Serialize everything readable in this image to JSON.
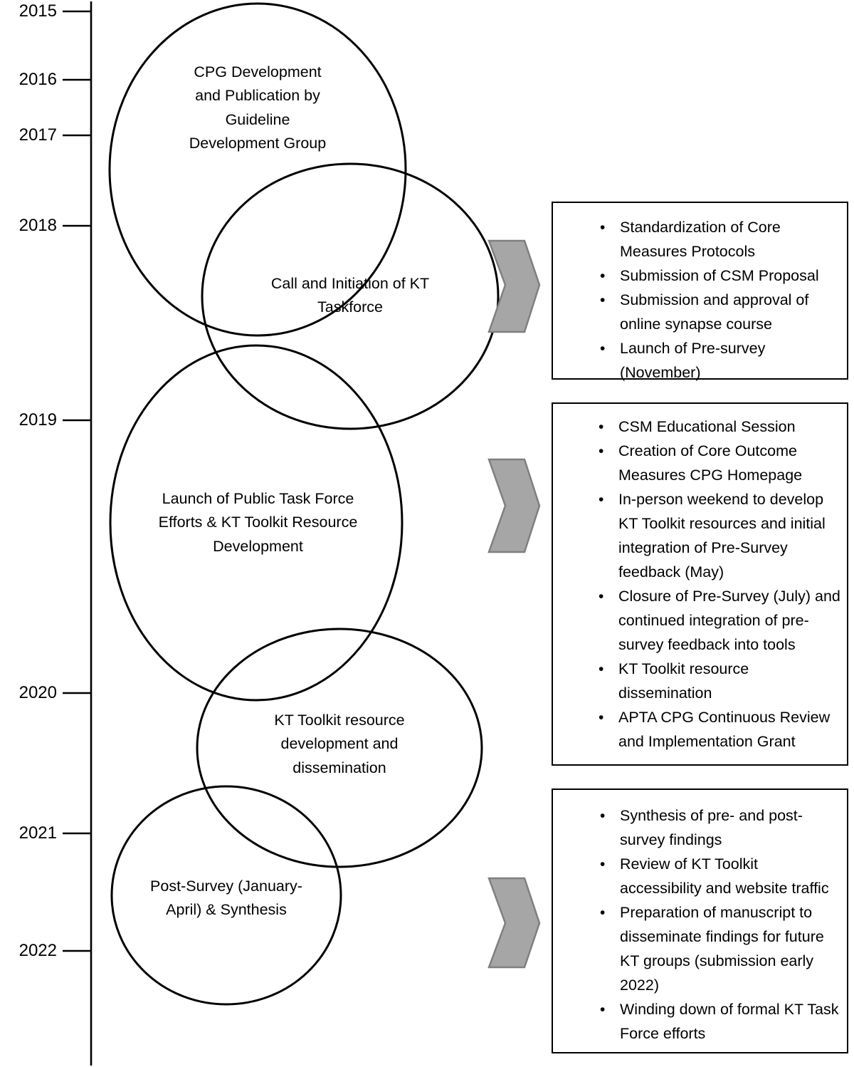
{
  "figure": {
    "type": "timeline-diagram",
    "title": "",
    "accent_gray": "#A6A6A6",
    "arrow_border": "#7F7F7F",
    "line_color": "#000000"
  },
  "axis": {
    "name": "year-axis",
    "years": [
      "2015",
      "2016",
      "2017",
      "2018",
      "2019",
      "2020",
      "2021",
      "2022"
    ]
  },
  "phases": [
    {
      "id": "cpg-development",
      "text": "CPG Development\nand Publication by\nGuideline\nDevelopment Group"
    },
    {
      "id": "kt-taskforce",
      "text": "Call and Initiation of KT\nTaskforce"
    },
    {
      "id": "public-task-force",
      "text": "Launch of Public Task Force\nEfforts & KT Toolkit Resource\nDevelopment"
    },
    {
      "id": "kt-toolkit",
      "text": "KT Toolkit resource\ndevelopment and\ndissemination"
    },
    {
      "id": "post-survey",
      "text": "Post-Survey (January-\nApril) & Synthesis"
    }
  ],
  "arrows": [
    {
      "id": "arrow-1"
    },
    {
      "id": "arrow-2"
    },
    {
      "id": "arrow-3"
    }
  ],
  "outcome_boxes": [
    {
      "id": "outcomes-2018",
      "bullet_glyph": "•",
      "items": [
        "Standardization of Core Measures Protocols",
        "Submission of CSM Proposal",
        "Submission and approval of online synapse course",
        "Launch of Pre-survey (November)"
      ]
    },
    {
      "id": "outcomes-2019",
      "bullet_glyph": "•",
      "items": [
        "CSM Educational Session",
        "Creation of Core Outcome Measures CPG Homepage",
        "In-person weekend to develop KT Toolkit resources and initial integration of Pre-Survey feedback (May)",
        "Closure of Pre-Survey (July) and continued integration of pre-survey feedback into tools",
        "KT Toolkit resource dissemination",
        "APTA CPG Continuous Review and Implementation Grant"
      ]
    },
    {
      "id": "outcomes-2021",
      "bullet_glyph": "•",
      "items": [
        "Synthesis of pre- and post-survey findings",
        "Review of KT Toolkit accessibility and website traffic",
        "Preparation of manuscript to disseminate findings for future KT groups (submission early 2022)",
        "Winding down of formal KT Task Force efforts"
      ]
    }
  ],
  "chart_data": {
    "type": "timeline",
    "xlabel": "",
    "ylabel": "Year",
    "ylim": [
      "2015",
      "2022"
    ],
    "ticks": [
      "2015",
      "2016",
      "2017",
      "2018",
      "2019",
      "2020",
      "2021",
      "2022"
    ],
    "events": [
      {
        "label": "CPG Development and Publication by Guideline Development Group",
        "start": 2015.0,
        "end": 2018.6
      },
      {
        "label": "Call and Initiation of KT Taskforce",
        "start": 2017.3,
        "end": 2019.1
      },
      {
        "label": "Launch of Public Task Force Efforts & KT Toolkit Resource Development",
        "start": 2018.6,
        "end": 2020.6
      },
      {
        "label": "KT Toolkit resource development and dissemination",
        "start": 2019.9,
        "end": 2021.3
      },
      {
        "label": "Post-Survey (January-April) & Synthesis",
        "start": 2020.9,
        "end": 2022.2
      }
    ]
  }
}
